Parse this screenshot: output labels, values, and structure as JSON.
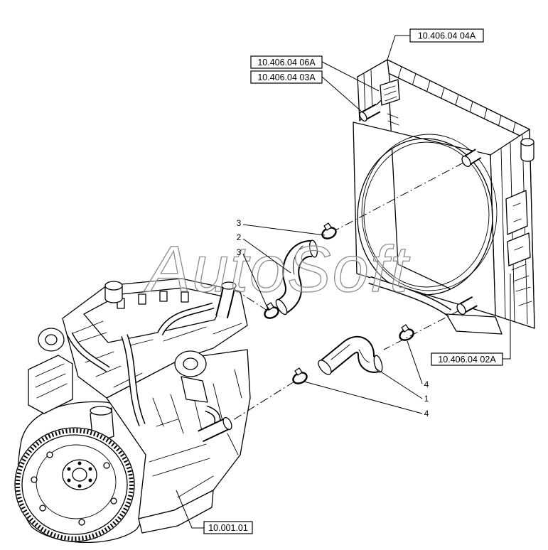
{
  "labels": {
    "ref_04A": "10.406.04 04A",
    "ref_06A": "10.406.04 06A",
    "ref_03A": "10.406.04 03A",
    "ref_02A": "10.406.04 02A",
    "ref_engine": "10.001.01"
  },
  "callouts": {
    "clamp_upper_top": "3",
    "hose_upper": "2",
    "clamp_upper_bottom": "3",
    "clamp_lower_right": "4",
    "hose_lower": "1",
    "clamp_lower_left": "4"
  },
  "watermark": "AutoSoft",
  "colors": {
    "line": "#000000",
    "background": "#ffffff",
    "watermark_outline": "#8c8c8c"
  }
}
